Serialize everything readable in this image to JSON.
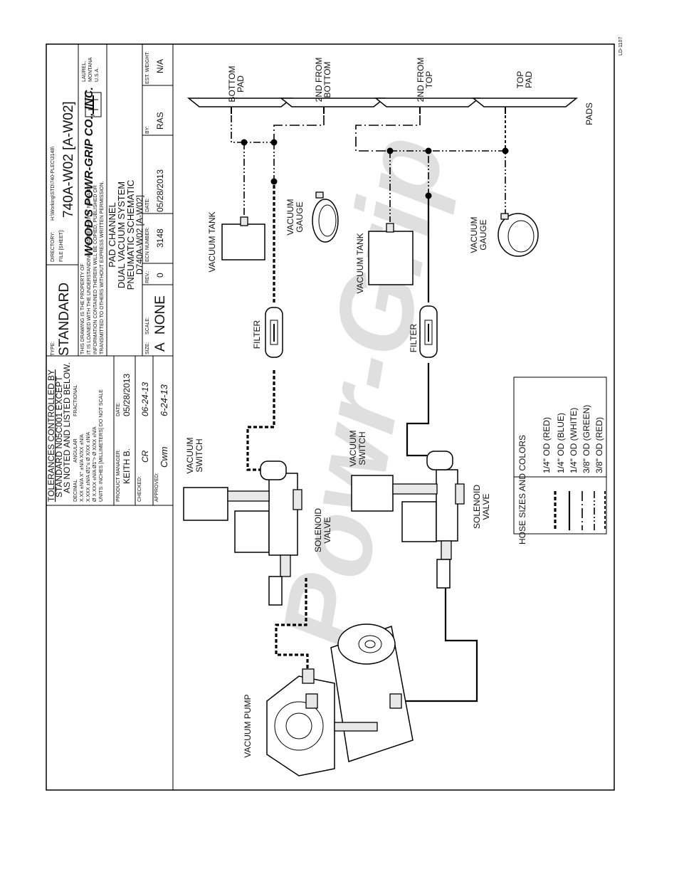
{
  "corner_code": "LD-1107",
  "header": {
    "dir_path": "H:\\Working\\STD\\740-PLEC\\3148\\",
    "type_label": "TYPE:",
    "type_value": "STANDARD",
    "directory_label": "DIRECTORY:",
    "file_label": "FILE [SHEET]:",
    "file_value": "740A-W02 [A-W02]"
  },
  "company": {
    "name": "WOOD'S POWR-GRIP CO., INC.",
    "city": "LAUREL,",
    "state": "MONTANA",
    "country": "U.S.A.",
    "notice": [
      "THIS DRAWING IS THE PROPERTY OF",
      "IT IS LOANED WITH THE UNDERSTANDING THAT NEITHER IT NOR ANY",
      "INFORMATION CONTAINED THEREIN WILL BE COPIED, PUBLISHED OR",
      "TRANSMITTED TO OTHERS WITHOUT EXPRESS WRITTEN PERMISSION."
    ]
  },
  "tolerances": {
    "title": "TOLERANCES CONTROLLED BY",
    "line2": "STANDARD N05C001 EXCEPT",
    "line3": "AS NOTED AND LISTED BELOW.",
    "col_decimal": "DECIMAL",
    "col_angular": "ANGULAR",
    "col_fractional": "FRACTIONAL",
    "row1": "X.XX ±N/A      X° ±N/A      X/XX ±N/A",
    "row2": "X.XXX ±N/A               Ø1\"≤ Ø X/XX ±N/A",
    "row3": "Ø X.XXX ±N/A             Ø1\"> Ø X/XX ±N/A",
    "units": "UNITS: INCHES [MILLIMETERS]   DO NOT SCALE"
  },
  "signoff": {
    "manager_label": "PRODUCT MANAGER:",
    "manager_value": "KEITH B.",
    "date_label": "DATE:",
    "manager_date": "05/28/2013",
    "checked_label": "CHECKED:",
    "checked_value": "CR",
    "checked_date": "06-24-13",
    "approved_label": "APPROVED:",
    "approved_value": "Cwm",
    "approved_date": "6-24-13"
  },
  "title_block": {
    "line1": "PAD CHANNEL",
    "line2": "DUAL VACUUM SYSTEM",
    "line3": "PNEUMATIC SCHEMATIC",
    "line4": "D740A-W02 [A-W02]",
    "size_label": "SIZE:",
    "size_value": "A",
    "scale_label": "SCALE:",
    "scale_value": "NONE",
    "rev_label": "REV.:",
    "rev_value": "0",
    "ecn_label": "ECN NUMBER:",
    "ecn_value": "3148",
    "date_label": "DATE:",
    "date_value": "05/28/2013",
    "by_label": "BY:",
    "by_value": "RAS",
    "weight_label": "EST. WEIGHT:",
    "weight_value": "N/A"
  },
  "components": {
    "vacuum_pump": "VACUUM PUMP",
    "vacuum_switch": [
      "VACUUM",
      "SWITCH"
    ],
    "solenoid_valve": [
      "SOLENOID",
      "VALVE"
    ],
    "filter": "FILTER",
    "vacuum_tank": "VACUUM TANK",
    "vacuum_gauge": [
      "VACUUM",
      "GAUGE"
    ],
    "pads_caption": "PADS",
    "pad_bottom": [
      "BOTTOM",
      "PAD"
    ],
    "pad_2nd_bottom": [
      "2ND FROM",
      "BOTTOM"
    ],
    "pad_2nd_top": [
      "2ND FROM",
      "TOP"
    ],
    "pad_top": [
      "TOP",
      "PAD"
    ]
  },
  "legend": {
    "title": "HOSE SIZES AND COLORS",
    "items": [
      "1/4\" OD (RED)",
      "1/4\" OD (BLUE)",
      "1/4\" OD (WHITE)",
      "3/8\" OD (GREEN)",
      "3/8\" OD (RED)"
    ]
  },
  "watermark": "Powr-Grip"
}
